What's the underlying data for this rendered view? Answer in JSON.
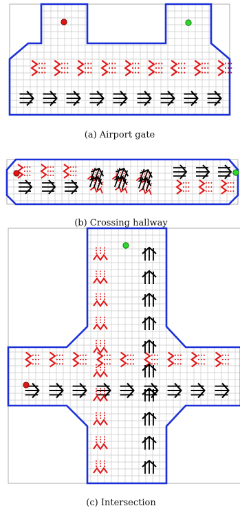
{
  "panels": [
    {
      "id": "a",
      "caption": "(a) Airport gate",
      "start_marker": "red",
      "goal_marker": "green",
      "flows": [
        {
          "color": "red",
          "direction": "left",
          "glyph": "dotted-chevron",
          "rows": 1
        },
        {
          "color": "black",
          "direction": "right",
          "glyph": "triple-arrow",
          "rows": 1
        }
      ]
    },
    {
      "id": "b",
      "caption": "(b) Crossing hallway",
      "start_marker": "red",
      "goal_marker": "green",
      "flows": [
        {
          "color": "red",
          "direction": "left",
          "glyph": "dotted-chevron"
        },
        {
          "color": "black",
          "direction": "right",
          "glyph": "triple-arrow"
        }
      ]
    },
    {
      "id": "c",
      "caption": "(c) Intersection",
      "start_marker": "red",
      "goal_marker": "green",
      "flows": [
        {
          "color": "red",
          "direction": "left",
          "glyph": "dotted-chevron"
        },
        {
          "color": "black",
          "direction": "right",
          "glyph": "triple-arrow"
        },
        {
          "color": "red",
          "direction": "down",
          "glyph": "dotted-chevron"
        },
        {
          "color": "black",
          "direction": "up",
          "glyph": "triple-arrow"
        }
      ]
    }
  ],
  "colors": {
    "wall": "#1a2fd6",
    "grid": "#c8c8c8",
    "grid_border": "#9a9a9a",
    "red": "#e01515",
    "black": "#000000",
    "start": "#e01515",
    "goal": "#2ed62e"
  }
}
